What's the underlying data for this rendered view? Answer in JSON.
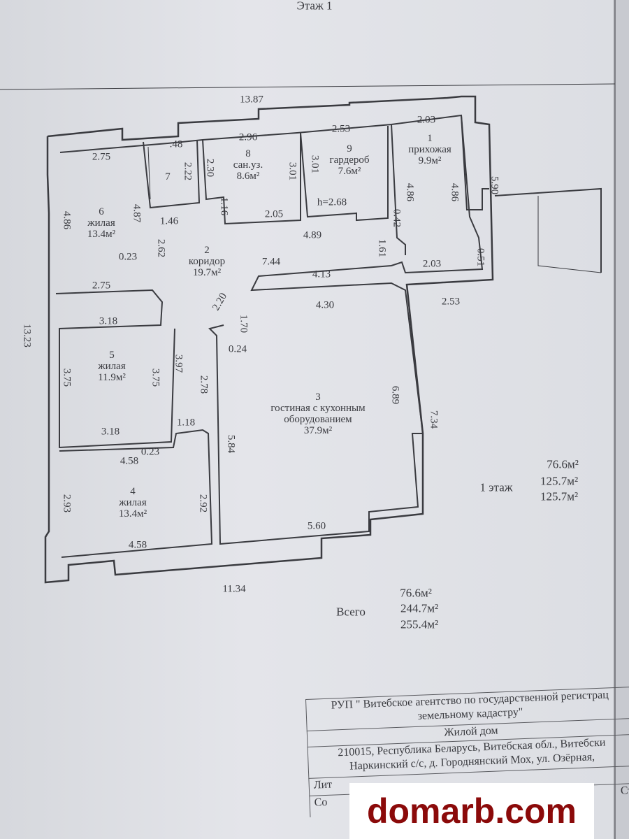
{
  "title": "Этаж 1",
  "overall": {
    "top": "13.87",
    "left": "13.23",
    "bottom": "11.34"
  },
  "rooms": [
    {
      "num": "1",
      "name": "прихожая",
      "area": "9.9м²"
    },
    {
      "num": "2",
      "name": "коридор",
      "area": "19.7м²"
    },
    {
      "num": "3",
      "name": "гостиная с кухонным",
      "name2": "оборудованием",
      "area": "37.9м²"
    },
    {
      "num": "4",
      "name": "жилая",
      "area": "13.4м²"
    },
    {
      "num": "5",
      "name": "жилая",
      "area": "11.9м²"
    },
    {
      "num": "6",
      "name": "жилая",
      "area": "13.4м²"
    },
    {
      "num": "7"
    },
    {
      "num": "8",
      "name": "сан.уз.",
      "area": "8.6м²"
    },
    {
      "num": "9",
      "name": "гардероб",
      "area": "7.6м²"
    }
  ],
  "dims": [
    "2.75",
    "2.96",
    "2.53",
    "2.03",
    ".48",
    "2.22",
    "2.30",
    "3.01",
    "3.01",
    "4.86",
    "4.87",
    "1.16",
    "2.05",
    "h=2.68",
    "4.86",
    "4.86",
    "5.90",
    "1.46",
    "4.89",
    "0.42",
    "0.23",
    "2.62",
    "7.44",
    "1.61",
    "4.13",
    "2.03",
    "0.51",
    "2.75",
    "2.20",
    "4.30",
    "2.53",
    "3.18",
    "1.70",
    "0.24",
    "3.75",
    "3.75",
    "3.97",
    "2.78",
    "6.89",
    "7.34",
    "3.18",
    "1.18",
    "5.84",
    "4.58",
    "0.23",
    "2.93",
    "2.92",
    "5.60",
    "4.58"
  ],
  "floor_summary": {
    "label": "1 этаж",
    "v1": "76.6м²",
    "v2": "125.7м²",
    "v3": "125.7м²"
  },
  "total": {
    "label": "Всего",
    "v1": "76.6м²",
    "v2": "244.7м²",
    "v3": "255.4м²"
  },
  "title_block": {
    "org": "РУП \" Витебское агентство по государственной регистрац",
    "org2": "земельному кадастру\"",
    "object": "Жилой дом",
    "addr1": "210015, Республика Беларусь, Витебская обл., Витебски",
    "addr2": "Наркинский с/с, д. Городнянский Мох, ул. Озёрная,",
    "c1": "Лит",
    "c2": "Со",
    "c3": "Ст"
  },
  "watermark": "domarb.com"
}
